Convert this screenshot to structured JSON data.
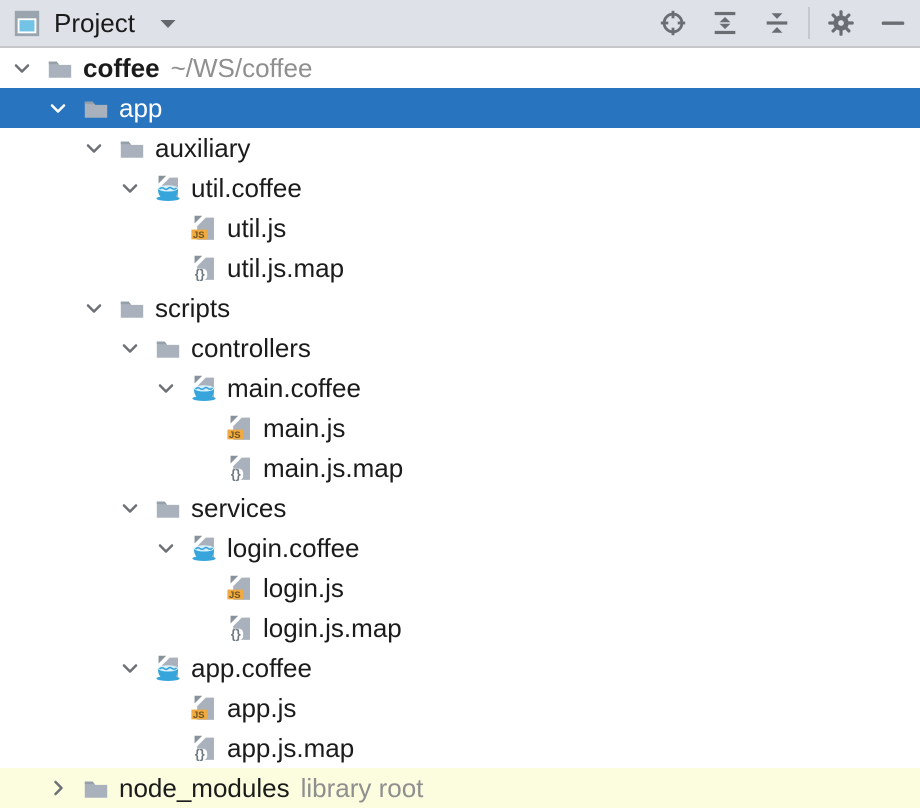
{
  "toolbar": {
    "title": "Project",
    "title_icon": "project-toolwindow-icon",
    "dropdown_icon": "chevron-down-icon",
    "actions": [
      {
        "name": "locate-file-button",
        "icon": "target-icon"
      },
      {
        "name": "expand-all-button",
        "icon": "expand-all-icon"
      },
      {
        "name": "collapse-all-button",
        "icon": "collapse-all-icon"
      },
      {
        "name": "separator",
        "icon": "separator"
      },
      {
        "name": "settings-button",
        "icon": "gear-icon"
      },
      {
        "name": "hide-button",
        "icon": "minimize-icon"
      }
    ]
  },
  "colors": {
    "toolbar_bg": "#DEE1E8",
    "selection_bg": "#2874BE",
    "library_root_bg": "#FCFCDF",
    "coffee_accent": "#35A5DB",
    "js_badge": "#F0AA41",
    "icon_gray": "#A9B2BC",
    "secondary_text": "#8F8F8F"
  },
  "tree": {
    "rows": [
      {
        "label": "coffee",
        "secondary": "~/WS/coffee",
        "icon": "folder-icon",
        "level": 0,
        "chevron": "expanded",
        "bold": true,
        "selected": false,
        "highlight": false
      },
      {
        "label": "app",
        "secondary": "",
        "icon": "folder-icon",
        "level": 1,
        "chevron": "expanded",
        "bold": false,
        "selected": true,
        "highlight": false
      },
      {
        "label": "auxiliary",
        "secondary": "",
        "icon": "folder-icon",
        "level": 2,
        "chevron": "expanded",
        "bold": false,
        "selected": false,
        "highlight": false
      },
      {
        "label": "util.coffee",
        "secondary": "",
        "icon": "coffee-file-icon",
        "level": 3,
        "chevron": "expanded",
        "bold": false,
        "selected": false,
        "highlight": false
      },
      {
        "label": "util.js",
        "secondary": "",
        "icon": "js-file-icon",
        "level": 4,
        "chevron": "none",
        "bold": false,
        "selected": false,
        "highlight": false
      },
      {
        "label": "util.js.map",
        "secondary": "",
        "icon": "sourcemap-file-icon",
        "level": 4,
        "chevron": "none",
        "bold": false,
        "selected": false,
        "highlight": false
      },
      {
        "label": "scripts",
        "secondary": "",
        "icon": "folder-icon",
        "level": 2,
        "chevron": "expanded",
        "bold": false,
        "selected": false,
        "highlight": false
      },
      {
        "label": "controllers",
        "secondary": "",
        "icon": "folder-icon",
        "level": 3,
        "chevron": "expanded",
        "bold": false,
        "selected": false,
        "highlight": false
      },
      {
        "label": "main.coffee",
        "secondary": "",
        "icon": "coffee-file-icon",
        "level": 4,
        "chevron": "expanded",
        "bold": false,
        "selected": false,
        "highlight": false
      },
      {
        "label": "main.js",
        "secondary": "",
        "icon": "js-file-icon",
        "level": 5,
        "chevron": "none",
        "bold": false,
        "selected": false,
        "highlight": false
      },
      {
        "label": "main.js.map",
        "secondary": "",
        "icon": "sourcemap-file-icon",
        "level": 5,
        "chevron": "none",
        "bold": false,
        "selected": false,
        "highlight": false
      },
      {
        "label": "services",
        "secondary": "",
        "icon": "folder-icon",
        "level": 3,
        "chevron": "expanded",
        "bold": false,
        "selected": false,
        "highlight": false
      },
      {
        "label": "login.coffee",
        "secondary": "",
        "icon": "coffee-file-icon",
        "level": 4,
        "chevron": "expanded",
        "bold": false,
        "selected": false,
        "highlight": false
      },
      {
        "label": "login.js",
        "secondary": "",
        "icon": "js-file-icon",
        "level": 5,
        "chevron": "none",
        "bold": false,
        "selected": false,
        "highlight": false
      },
      {
        "label": "login.js.map",
        "secondary": "",
        "icon": "sourcemap-file-icon",
        "level": 5,
        "chevron": "none",
        "bold": false,
        "selected": false,
        "highlight": false
      },
      {
        "label": "app.coffee",
        "secondary": "",
        "icon": "coffee-file-icon",
        "level": 3,
        "chevron": "expanded",
        "bold": false,
        "selected": false,
        "highlight": false
      },
      {
        "label": "app.js",
        "secondary": "",
        "icon": "js-file-icon",
        "level": 4,
        "chevron": "none",
        "bold": false,
        "selected": false,
        "highlight": false
      },
      {
        "label": "app.js.map",
        "secondary": "",
        "icon": "sourcemap-file-icon",
        "level": 4,
        "chevron": "none",
        "bold": false,
        "selected": false,
        "highlight": false
      },
      {
        "label": "node_modules",
        "secondary": "library root",
        "icon": "folder-icon",
        "level": 1,
        "chevron": "collapsed",
        "bold": false,
        "selected": false,
        "highlight": true
      }
    ]
  }
}
